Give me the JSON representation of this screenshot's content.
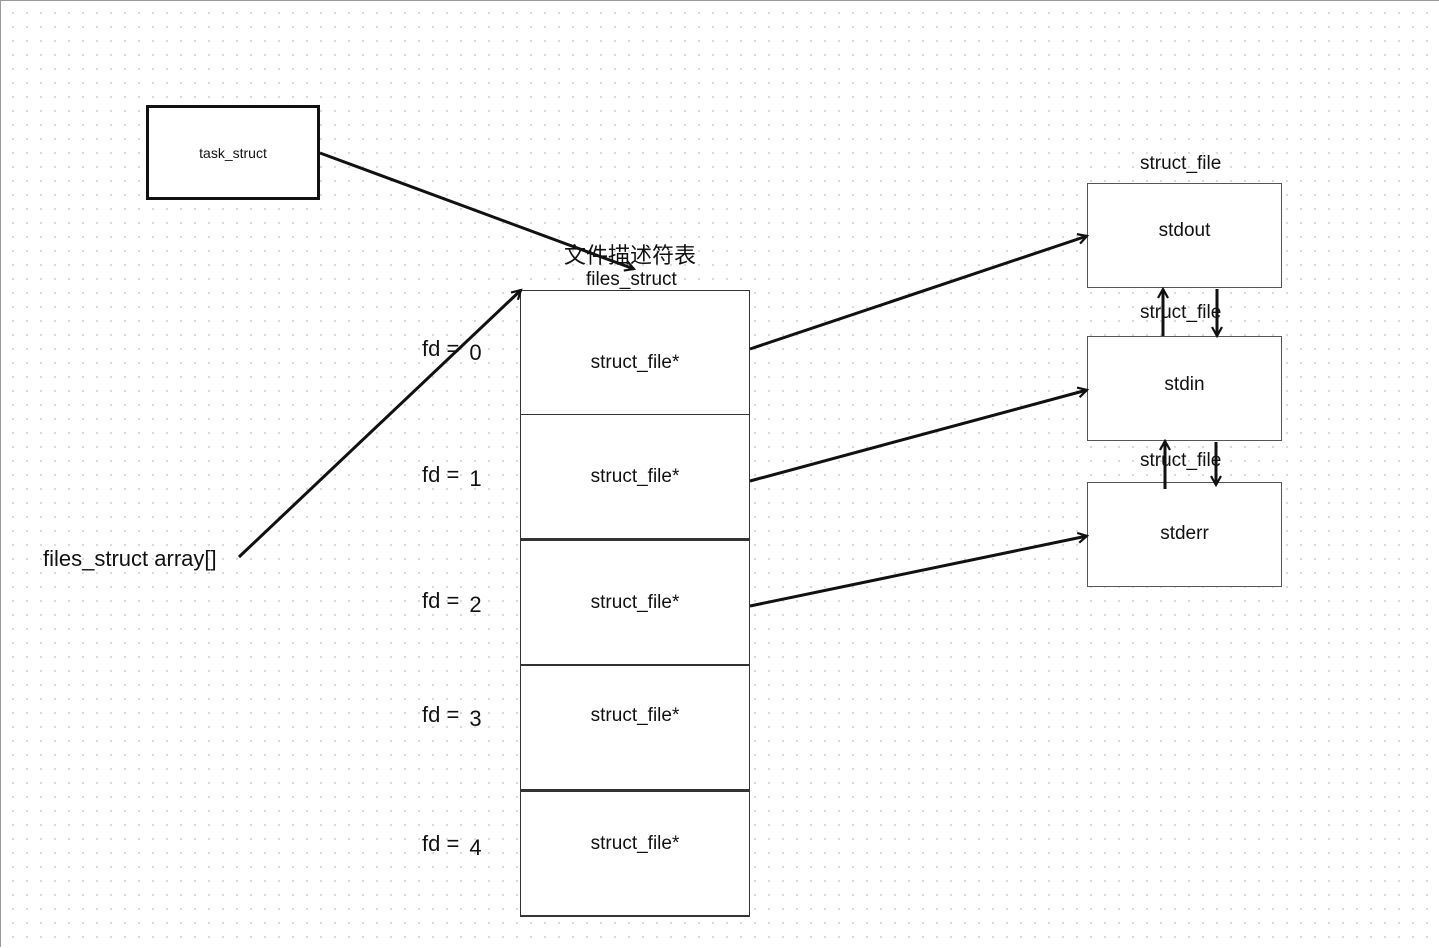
{
  "diagram": {
    "task_struct": "task_struct",
    "table_title": "文件描述符表",
    "files_struct": "files_struct",
    "array_label": "files_struct array[]",
    "fd_rows": [
      {
        "label": "fd =",
        "num": "0",
        "cell": "struct_file*"
      },
      {
        "label": "fd =",
        "num": "1",
        "cell": "struct_file*"
      },
      {
        "label": "fd =",
        "num": "2",
        "cell": "struct_file*"
      },
      {
        "label": "fd =",
        "num": "3",
        "cell": "struct_file*"
      },
      {
        "label": "fd =",
        "num": "4",
        "cell": "struct_file*"
      }
    ],
    "file_list_title": "struct_file",
    "files": [
      {
        "name": "stdout"
      },
      {
        "name": "stdin"
      },
      {
        "name": "stderr"
      }
    ],
    "link_labels": [
      "struct_file",
      "struct_file"
    ]
  }
}
